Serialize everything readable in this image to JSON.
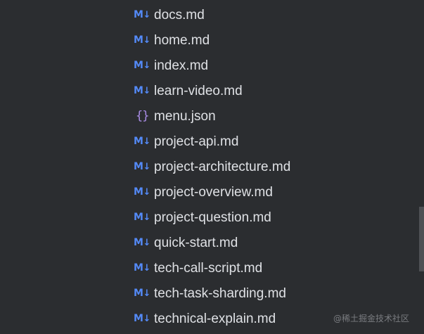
{
  "colors": {
    "background": "#2b2d30",
    "text": "#dfe1e5",
    "markdown_icon": "#548af7",
    "json_icon": "#a98ce6",
    "scrollbar_thumb": "#4e5054",
    "watermark": "#7a7c80"
  },
  "icons": {
    "markdown": {
      "letter": "M",
      "arrow": "↓"
    },
    "json": {
      "glyph": "{}"
    }
  },
  "files": [
    {
      "name": "docs.md",
      "type": "markdown"
    },
    {
      "name": "home.md",
      "type": "markdown"
    },
    {
      "name": "index.md",
      "type": "markdown"
    },
    {
      "name": "learn-video.md",
      "type": "markdown"
    },
    {
      "name": "menu.json",
      "type": "json"
    },
    {
      "name": "project-api.md",
      "type": "markdown"
    },
    {
      "name": "project-architecture.md",
      "type": "markdown"
    },
    {
      "name": "project-overview.md",
      "type": "markdown"
    },
    {
      "name": "project-question.md",
      "type": "markdown"
    },
    {
      "name": "quick-start.md",
      "type": "markdown"
    },
    {
      "name": "tech-call-script.md",
      "type": "markdown"
    },
    {
      "name": "tech-task-sharding.md",
      "type": "markdown"
    },
    {
      "name": "technical-explain.md",
      "type": "markdown"
    }
  ],
  "watermark": "@稀土掘金技术社区"
}
